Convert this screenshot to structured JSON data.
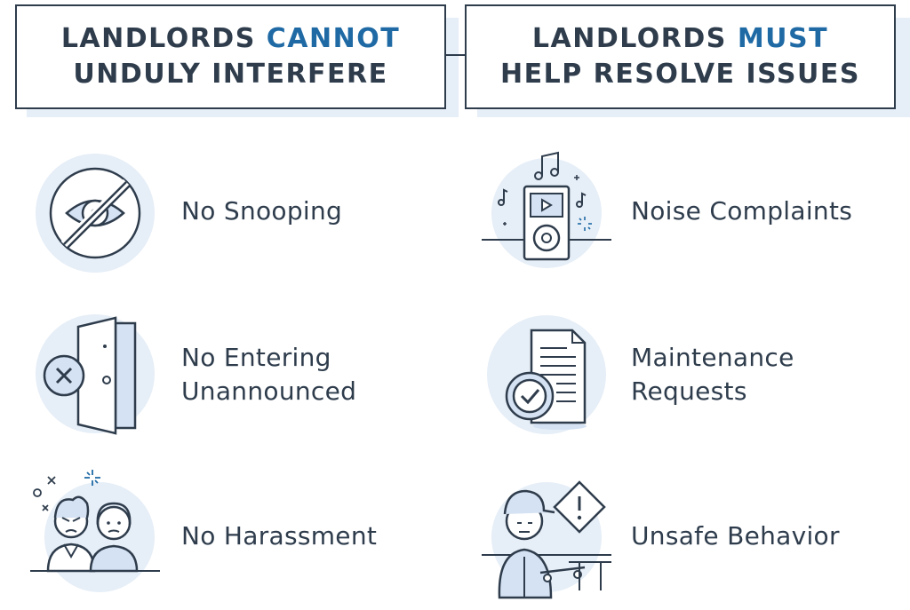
{
  "left_column": {
    "header": {
      "line1_prefix": "LANDLORDS ",
      "line1_accent": "CANNOT",
      "line2": "UNDULY INTERFERE"
    },
    "items": [
      {
        "label_line1": "No Snooping",
        "label_line2": "",
        "icon": "no-snooping-icon"
      },
      {
        "label_line1": "No Entering",
        "label_line2": "Unannounced",
        "icon": "no-entry-door-icon"
      },
      {
        "label_line1": "No Harassment",
        "label_line2": "",
        "icon": "harassment-icon"
      }
    ]
  },
  "right_column": {
    "header": {
      "line1_prefix": "LANDLORDS ",
      "line1_accent": "MUST",
      "line2": "HELP RESOLVE ISSUES"
    },
    "items": [
      {
        "label_line1": "Noise Complaints",
        "label_line2": "",
        "icon": "music-player-icon"
      },
      {
        "label_line1": "Maintenance",
        "label_line2": "Requests",
        "icon": "maintenance-document-icon"
      },
      {
        "label_line1": "Unsafe Behavior",
        "label_line2": "",
        "icon": "unsafe-behavior-icon"
      }
    ]
  },
  "colors": {
    "ink": "#2e3c4c",
    "accent": "#1f6aa5",
    "icon_circle": "#e6eef7",
    "icon_fill": "#d4e2f3"
  }
}
